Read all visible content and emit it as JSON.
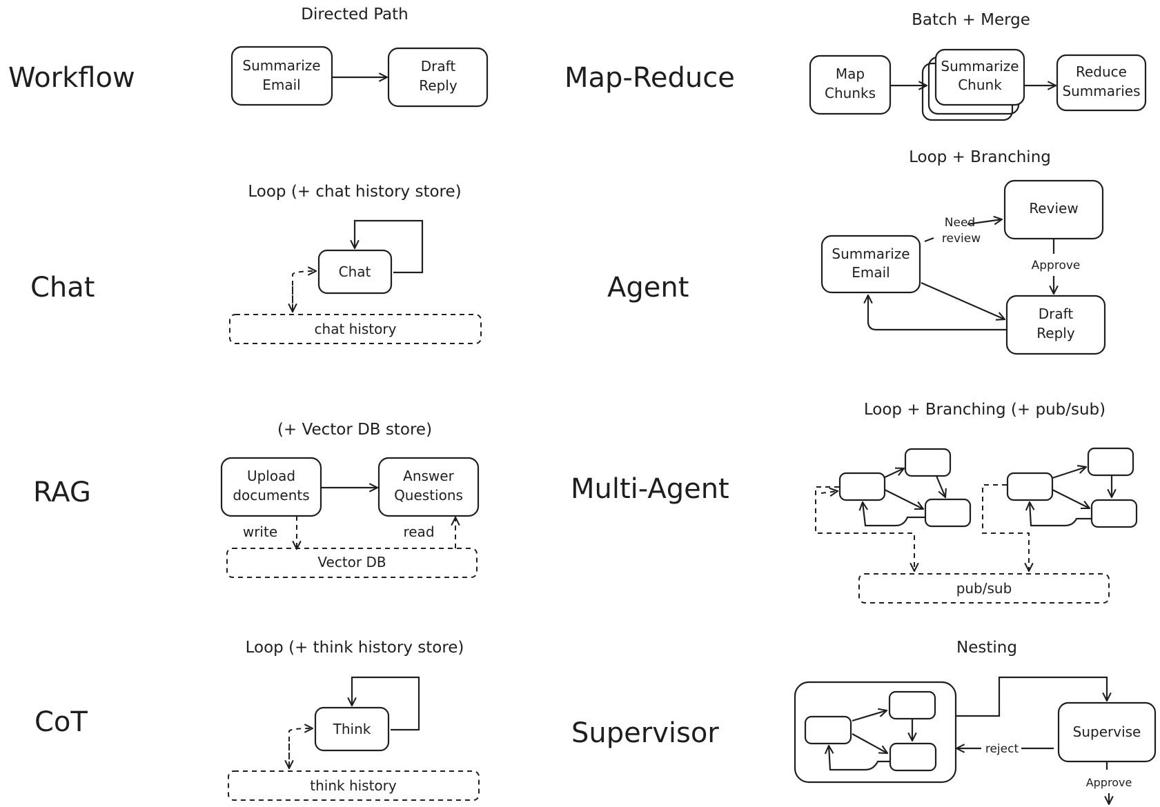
{
  "patterns": {
    "workflow": {
      "name": "Workflow",
      "subtitle": "Directed Path"
    },
    "chat": {
      "name": "Chat",
      "subtitle": "Loop (+ chat history store)"
    },
    "rag": {
      "name": "RAG",
      "subtitle": "(+ Vector DB store)"
    },
    "cot": {
      "name": "CoT",
      "subtitle": "Loop (+ think history store)"
    },
    "map_reduce": {
      "name": "Map-Reduce",
      "subtitle": "Batch + Merge"
    },
    "agent": {
      "name": "Agent",
      "subtitle": "Loop + Branching"
    },
    "multi_agent": {
      "name": "Multi-Agent",
      "subtitle": "Loop + Branching (+ pub/sub)"
    },
    "supervisor": {
      "name": "Supervisor",
      "subtitle": "Nesting"
    }
  },
  "nodes": {
    "workflow_summarize": [
      "Summarize",
      "Email"
    ],
    "workflow_draft": [
      "Draft",
      "Reply"
    ],
    "chat_node": "Chat",
    "chat_store": "chat history",
    "rag_upload": [
      "Upload",
      "documents"
    ],
    "rag_answer": [
      "Answer",
      "Questions"
    ],
    "rag_store": "Vector DB",
    "cot_node": "Think",
    "cot_store": "think history",
    "map_chunks": [
      "Map",
      "Chunks"
    ],
    "summarize_chunk": [
      "Summarize",
      "Chunk"
    ],
    "reduce_summaries": [
      "Reduce",
      "Summaries"
    ],
    "agent_summarize": [
      "Summarize",
      "Email"
    ],
    "agent_review": "Review",
    "agent_draft": [
      "Draft",
      "Reply"
    ],
    "multi_store": "pub/sub",
    "supervise": "Supervise"
  },
  "edge_labels": {
    "rag_write": "write",
    "rag_read": "read",
    "need_review": [
      "Need",
      "review"
    ],
    "agent_approve": "Approve",
    "supervisor_reject": "reject",
    "supervisor_approve": "Approve"
  }
}
